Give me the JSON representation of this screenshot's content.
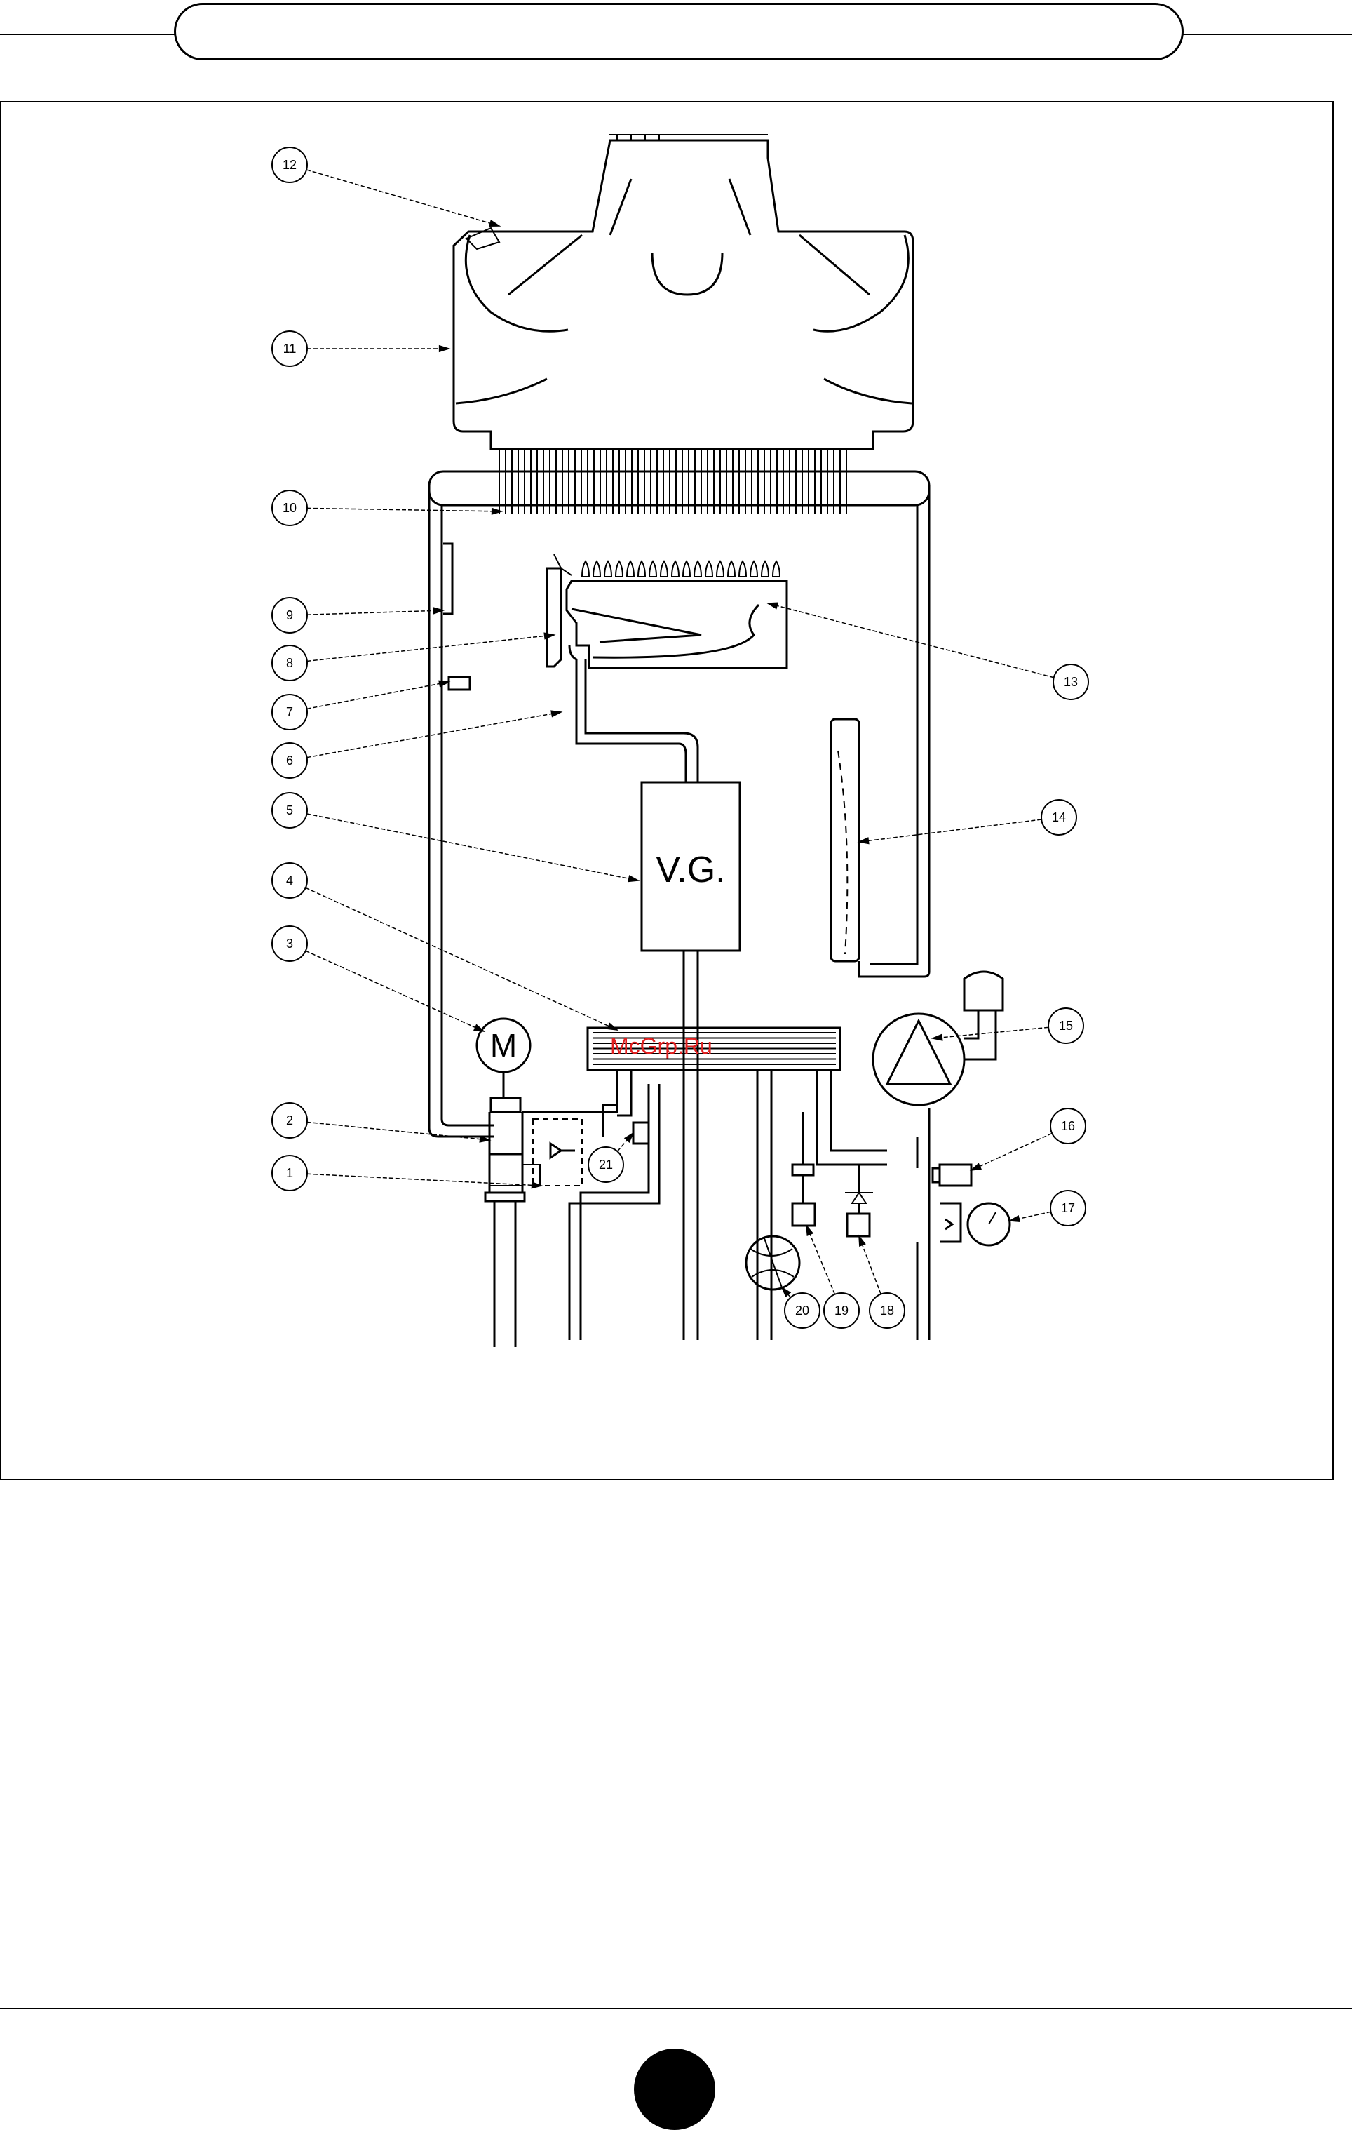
{
  "header": {
    "title": ""
  },
  "diagram": {
    "valve_label": "V.G.",
    "motor_label": "M",
    "watermark": "McGrp.Ru",
    "callouts": [
      "1",
      "2",
      "3",
      "4",
      "5",
      "6",
      "7",
      "8",
      "9",
      "10",
      "11",
      "12",
      "13",
      "14",
      "15",
      "16",
      "17",
      "18",
      "19",
      "20",
      "21"
    ]
  },
  "footer": {
    "page_number": ""
  }
}
